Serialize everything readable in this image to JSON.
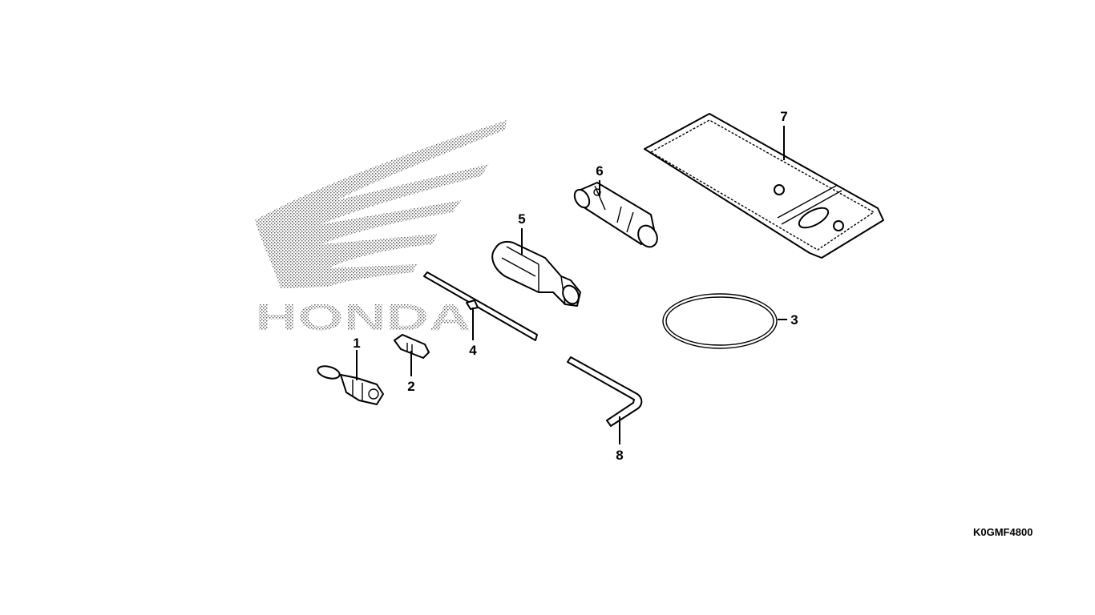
{
  "diagram": {
    "watermark_logo": "HONDA",
    "drawing_code": "K0GMF4800",
    "callouts": [
      {
        "number": "1",
        "part": "fuse-holder"
      },
      {
        "number": "2",
        "part": "clip"
      },
      {
        "number": "3",
        "part": "o-ring"
      },
      {
        "number": "4",
        "part": "screwdriver-bit"
      },
      {
        "number": "5",
        "part": "screwdriver-handle"
      },
      {
        "number": "6",
        "part": "spark-plug-wrench"
      },
      {
        "number": "7",
        "part": "tool-bag"
      },
      {
        "number": "8",
        "part": "hex-wrench"
      }
    ]
  }
}
